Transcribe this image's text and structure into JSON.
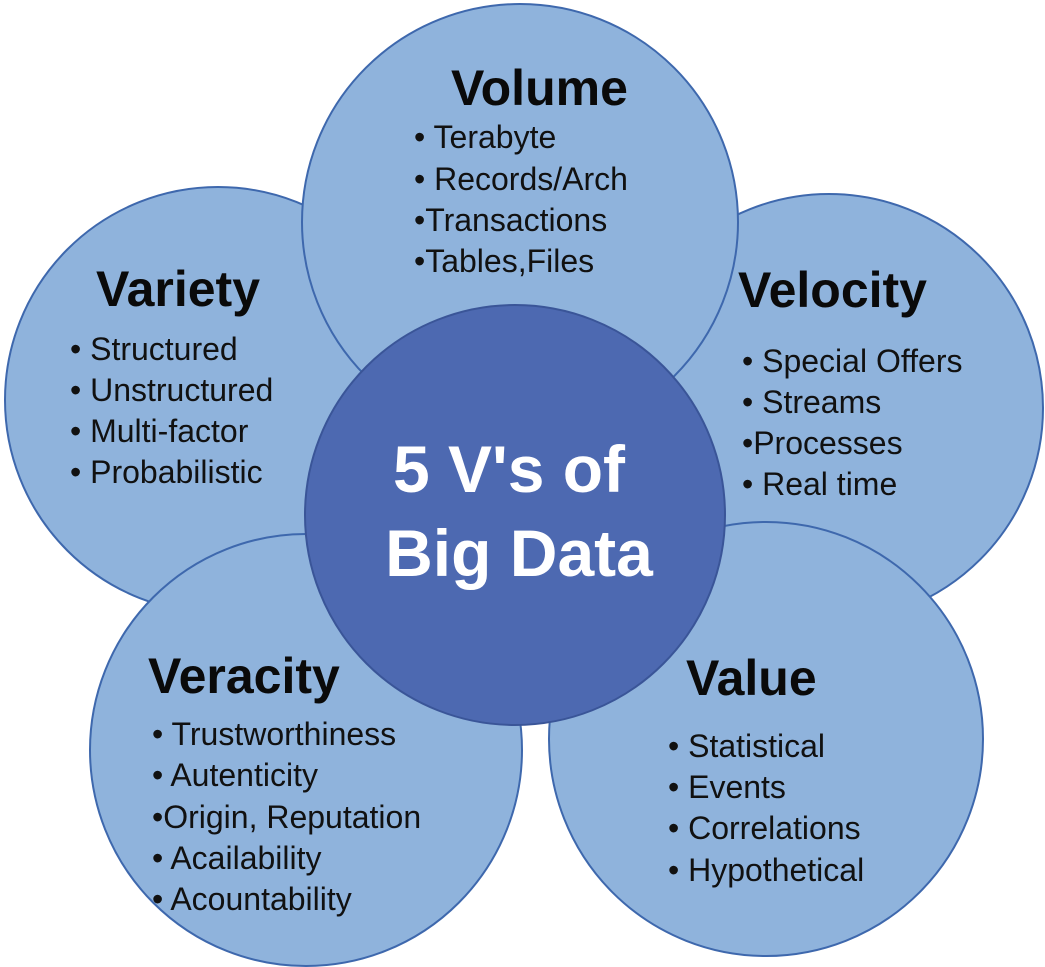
{
  "colors": {
    "petal_fill": "#8fb3dc",
    "petal_stroke": "#3e68ad",
    "center_fill": "#4d69b1",
    "center_text": "#ffffff",
    "text": "#111111"
  },
  "center": {
    "line1": "5 V's of",
    "line2": "Big Data"
  },
  "petals": {
    "volume": {
      "title": "Volume",
      "items": [
        "• Terabyte",
        "• Records/Arch",
        "•Transactions",
        "•Tables,Files"
      ]
    },
    "variety": {
      "title": "Variety",
      "items": [
        "• Structured",
        "• Unstructured",
        "• Multi-factor",
        "• Probabilistic"
      ]
    },
    "velocity": {
      "title": "Velocity",
      "items": [
        "• Special Offers",
        "• Streams",
        "•Processes",
        "• Real time"
      ]
    },
    "veracity": {
      "title": "Veracity",
      "items": [
        "• Trustworthiness",
        "• Autenticity",
        "•Origin, Reputation",
        "• Acailability",
        "• Acountability"
      ]
    },
    "value": {
      "title": "Value",
      "items": [
        "• Statistical",
        "• Events",
        "• Correlations",
        "• Hypothetical"
      ]
    }
  }
}
